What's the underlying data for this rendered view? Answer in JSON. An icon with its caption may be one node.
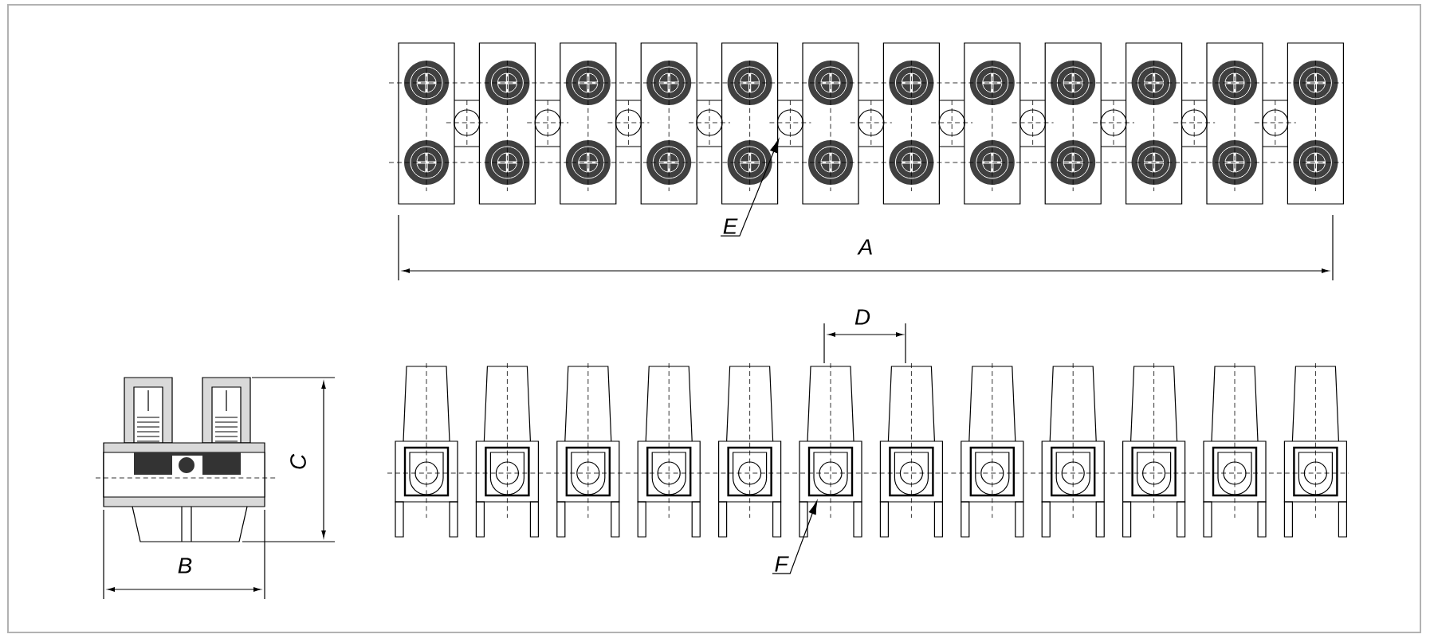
{
  "diagram": {
    "nodes": [
      {
        "text": [
          "E"
        ]
      },
      {
        "text": [
          "F"
        ]
      }
    ],
    "edges": [
      {
        "from": 0,
        "to": null,
        "arrow": "to"
      },
      {
        "from": 1,
        "to": null,
        "arrow": "to"
      }
    ],
    "labels": [
      "A",
      "B",
      "C",
      "D"
    ]
  }
}
